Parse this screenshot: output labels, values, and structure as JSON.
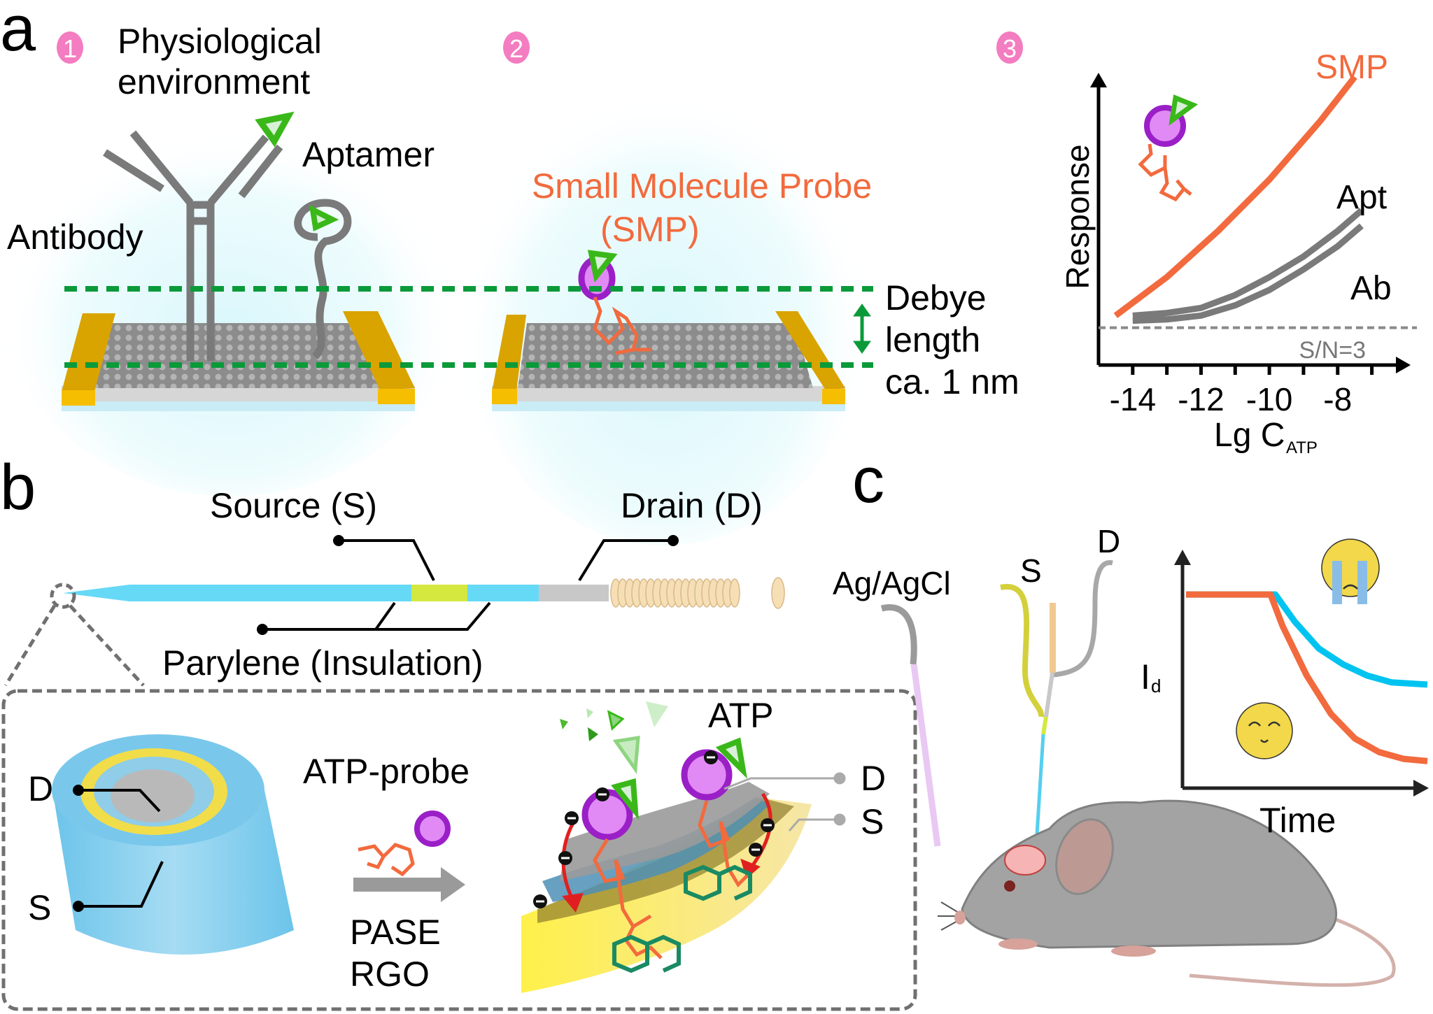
{
  "panels": {
    "a": {
      "letter": "a",
      "steps": [
        "1",
        "2",
        "3"
      ],
      "env_label_line1": "Physiological",
      "env_label_line2": "environment",
      "antibody_label": "Antibody",
      "aptamer_label": "Aptamer",
      "smp_label_line1": "Small Molecule Probe",
      "smp_label_line2": "(SMP)",
      "debye_line1": "Debye",
      "debye_line2": "length",
      "debye_line3": "ca. 1 nm"
    },
    "b": {
      "letter": "b",
      "source_label": "Source (S)",
      "drain_label": "Drain (D)",
      "parylene_label": "Parylene (Insulation)",
      "tip_D": "D",
      "tip_S": "S",
      "probe_label": "ATP-probe",
      "process_line1": "PASE",
      "process_line2": "RGO",
      "atp_label": "ATP",
      "fragment_D": "D",
      "fragment_S": "S",
      "negative_charge_symbol": "⊖"
    },
    "c": {
      "letter": "c",
      "ref_electrode": "Ag/AgCl",
      "s_wire": "S",
      "d_wire": "D"
    }
  },
  "colors": {
    "smp_orange": "#f26a3d",
    "receptor_gray": "#7a7a7a",
    "debye_green": "#0a9a3a",
    "step_pink": "#f47cc0",
    "gold": "#e0a800",
    "probe_purple": "#9b1fc7",
    "probe_fill": "#e18af5",
    "atp_green": "#35b81a",
    "needle_blue": "#66d9f7",
    "source_yellowgreen": "#d4e840",
    "cyan_curve": "#00c4ef"
  },
  "chart_data": [
    {
      "type": "line",
      "title": "",
      "xlabel": "Lg C",
      "xlabel_subscript": "ATP",
      "ylabel": "Response",
      "x_ticks": [
        "-14",
        "-12",
        "-10",
        "-8"
      ],
      "xlim": [
        -15,
        -6.5
      ],
      "ylim": [
        0,
        1
      ],
      "grid": false,
      "threshold": {
        "label": "S/N=3",
        "y": 0.05
      },
      "series": [
        {
          "name": "SMP",
          "x": [
            -14.5,
            -13,
            -11.5,
            -10,
            -8.5,
            -7.5
          ],
          "y": [
            0.07,
            0.22,
            0.4,
            0.6,
            0.83,
            1.0
          ]
        },
        {
          "name": "Apt",
          "x": [
            -14,
            -13,
            -12,
            -11,
            -10,
            -9,
            -8,
            -7.3
          ],
          "y": [
            0.07,
            0.08,
            0.1,
            0.15,
            0.22,
            0.3,
            0.4,
            0.48
          ]
        },
        {
          "name": "Ab",
          "x": [
            -14,
            -13,
            -12,
            -11,
            -10,
            -9,
            -8,
            -7.3
          ],
          "y": [
            0.05,
            0.055,
            0.07,
            0.11,
            0.17,
            0.25,
            0.34,
            0.42
          ]
        }
      ],
      "legend_labels": [
        "SMP",
        "Apt",
        "Ab"
      ]
    },
    {
      "type": "line",
      "title": "",
      "xlabel": "Time",
      "ylabel": "I",
      "ylabel_subscript": "d",
      "xlim": [
        0,
        1
      ],
      "ylim": [
        0,
        1
      ],
      "grid": false,
      "series": [
        {
          "name": "SMP (orange)",
          "x": [
            0,
            0.35,
            0.4,
            0.5,
            0.6,
            0.7,
            0.8,
            0.9,
            1.0
          ],
          "y": [
            0.86,
            0.86,
            0.72,
            0.5,
            0.33,
            0.22,
            0.16,
            0.13,
            0.12
          ]
        },
        {
          "name": "Conventional (cyan)",
          "x": [
            0,
            0.37,
            0.45,
            0.55,
            0.65,
            0.75,
            0.85,
            1.0
          ],
          "y": [
            0.86,
            0.86,
            0.74,
            0.62,
            0.55,
            0.5,
            0.47,
            0.46
          ]
        }
      ],
      "annotations": [
        "sad-face near cyan curve",
        "happy-face near orange curve"
      ]
    }
  ]
}
